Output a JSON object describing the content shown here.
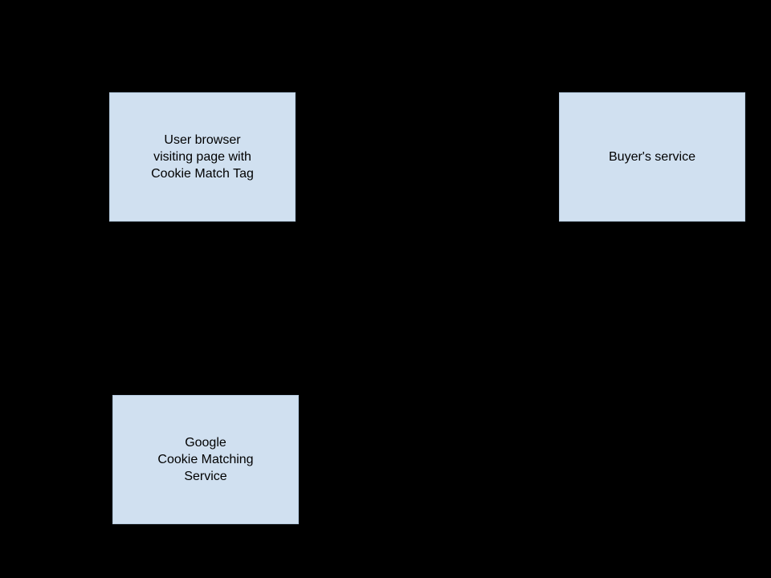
{
  "diagram": {
    "background_color": "#000000",
    "node_fill_color": "#d0e0f0",
    "node_border_color": "#b4c9dd",
    "node_text_color": "#000000",
    "nodes": [
      {
        "id": "user-browser",
        "label": "User browser\nvisiting page with\nCookie Match Tag"
      },
      {
        "id": "buyers-service",
        "label": "Buyer's service"
      },
      {
        "id": "google-cookie-matching-service",
        "label": "Google\nCookie Matching\nService"
      }
    ]
  }
}
